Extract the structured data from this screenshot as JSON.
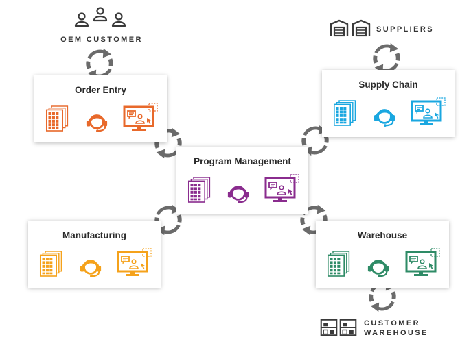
{
  "external": {
    "oem_customer": "OEM CUSTOMER",
    "suppliers": "SUPPLIERS",
    "customer_warehouse_line1": "CUSTOMER",
    "customer_warehouse_line2": "WAREHOUSE"
  },
  "nodes": {
    "order_entry": {
      "title": "Order Entry",
      "color": "#e8692b"
    },
    "supply_chain": {
      "title": "Supply Chain",
      "color": "#1aa7e0"
    },
    "program_management": {
      "title": "Program Management",
      "color": "#8a2c8e"
    },
    "manufacturing": {
      "title": "Manufacturing",
      "color": "#f5a21b"
    },
    "warehouse": {
      "title": "Warehouse",
      "color": "#2e8b66"
    }
  },
  "cycle_color": "#6b6b6b",
  "icons": [
    "documents-icon",
    "headset-agent-icon",
    "monitor-screen-icon"
  ]
}
